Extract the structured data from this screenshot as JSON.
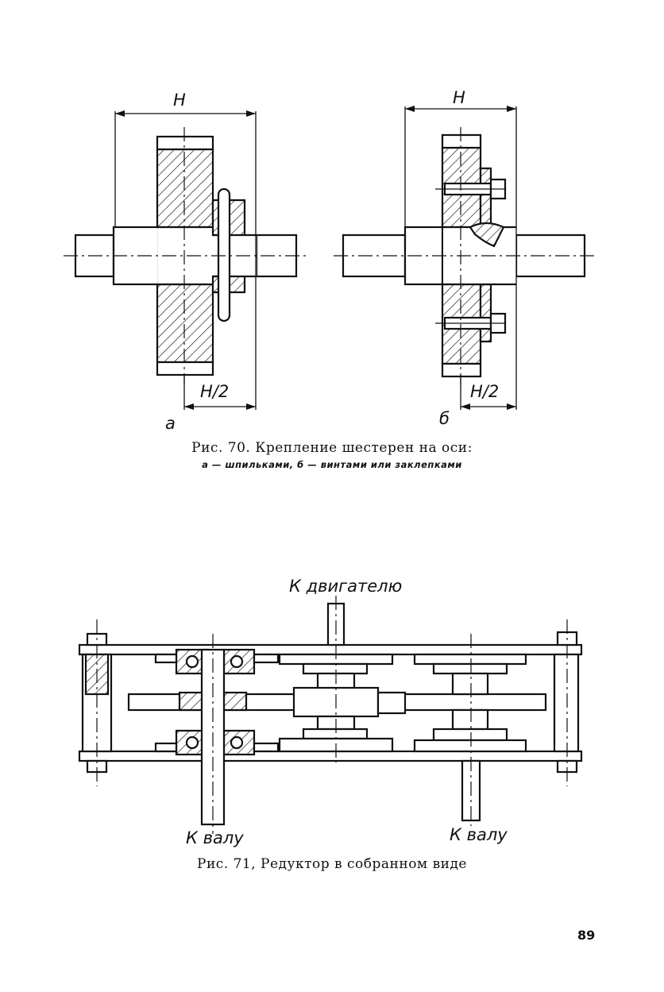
{
  "figure70": {
    "dim_label_a": "H",
    "dim_label_b": "H",
    "half_label_a": "H/2",
    "half_label_b": "H/2",
    "view_label_a": "а",
    "view_label_b": "б",
    "caption": "Рис. 70. Крепление шестерен на оси:",
    "subcaption": "а — шпильками, б — винтами или заклепками"
  },
  "figure71": {
    "label_motor": "К двигателю",
    "label_shaft_left": "К валу",
    "label_shaft_right": "К валу",
    "caption": "Рис. 71, Редуктор в собранном виде"
  },
  "page_number": "89"
}
